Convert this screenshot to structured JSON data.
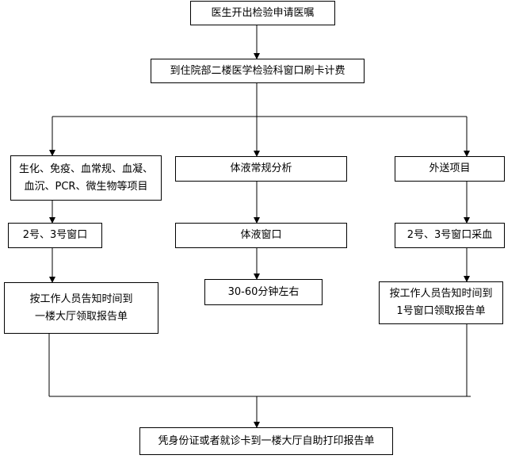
{
  "flowchart": {
    "step_order": "医生开出检验申请医嘱",
    "step_pay": "到住院部二楼医学检验科窗口刷卡计费",
    "branch_left": {
      "title_line1": "生化、免疫、血常规、血凝、",
      "title_line2": "血沉、PCR、微生物等项目",
      "window": "2号、3号窗口",
      "result_line1": "按工作人员告知时间到",
      "result_line2": "一楼大厅领取报告单"
    },
    "branch_middle": {
      "title": "体液常规分析",
      "window": "体液窗口",
      "result": "30-60分钟左右"
    },
    "branch_right": {
      "title": "外送项目",
      "window": "2号、3号窗口采血",
      "result_line1": "按工作人员告知时间到",
      "result_line2": "1号窗口领取报告单"
    },
    "step_final": "凭身份证或者就诊卡到一楼大厅自助打印报告单"
  }
}
